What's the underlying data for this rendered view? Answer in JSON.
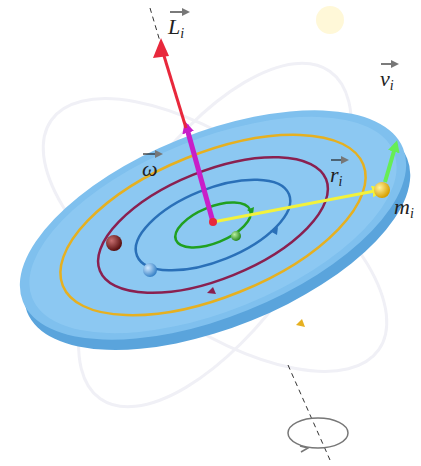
{
  "diagram": {
    "labels": [
      "Li",
      "vi",
      "ω",
      "ri",
      "mi"
    ]
  }
}
